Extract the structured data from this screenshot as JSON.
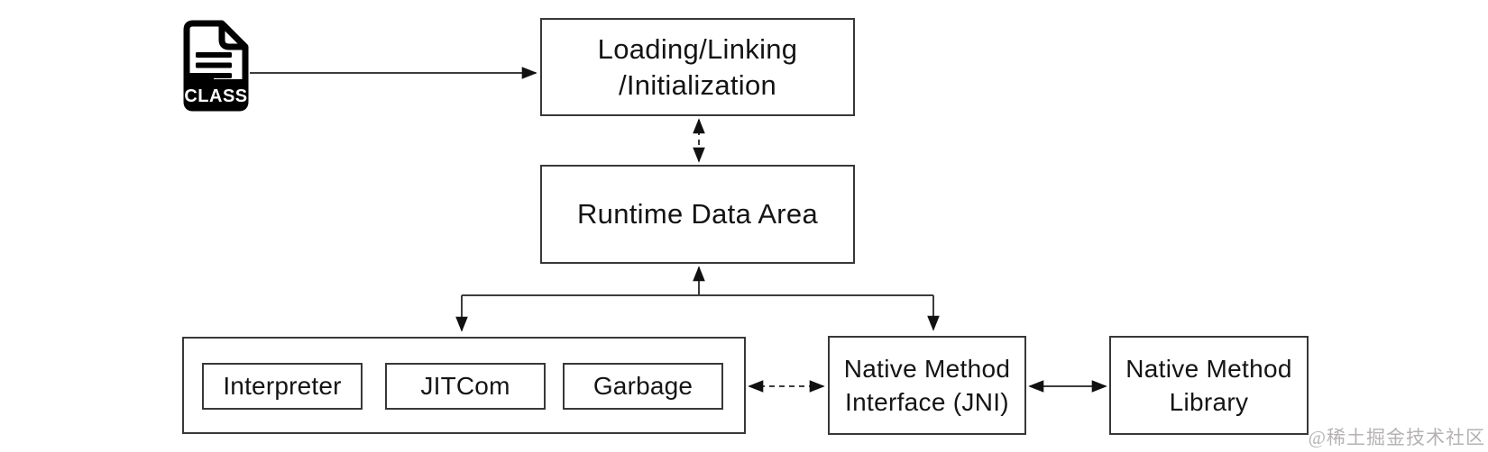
{
  "diagram": {
    "class_file": {
      "label": "CLASS"
    },
    "nodes": {
      "loading": {
        "label": "Loading/Linking\n/Initialization"
      },
      "runtime_data_area": {
        "label": "Runtime Data Area"
      },
      "interpreter": {
        "label": "Interpreter"
      },
      "jit_compiler": {
        "label": "JITCom"
      },
      "garbage_collector": {
        "label": "Garbage"
      },
      "jni": {
        "label": "Native Method\nInterface (JNI)"
      },
      "native_method_library": {
        "label": "Native Method\nLibrary"
      }
    },
    "edges": [
      {
        "from": "class_file",
        "to": "loading",
        "style": "solid",
        "bidirectional": false
      },
      {
        "from": "loading",
        "to": "runtime_data_area",
        "style": "dashed",
        "bidirectional": true
      },
      {
        "from": "execution_engine_group",
        "to": "runtime_data_area",
        "style": "solid",
        "bidirectional": false
      },
      {
        "from": "runtime_data_area",
        "to": "execution_engine_group",
        "style": "solid",
        "bidirectional": false
      },
      {
        "from": "runtime_data_area",
        "to": "jni",
        "style": "solid",
        "bidirectional": false
      },
      {
        "from": "execution_engine_group",
        "to": "jni",
        "style": "dashed",
        "bidirectional": true
      },
      {
        "from": "jni",
        "to": "native_method_library",
        "style": "solid",
        "bidirectional": true
      }
    ],
    "watermark": {
      "text": "@稀土掘金技术社区"
    },
    "colors": {
      "line": "#3d3d3d",
      "arrowhead": "#111111",
      "border": "#383838",
      "text": "#141414",
      "watermark": "#b5b2b2",
      "background": "#ffffff"
    }
  }
}
